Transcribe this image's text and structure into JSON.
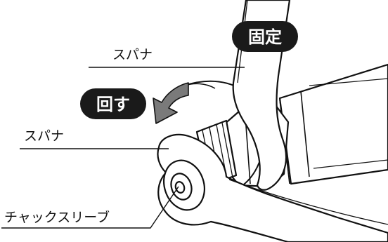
{
  "labels": {
    "fix_badge": "固定",
    "turn_badge": "回す",
    "upper_spanner": "スパナ",
    "lower_spanner": "スパナ",
    "chuck_sleeve": "チャックスリーブ"
  },
  "colors": {
    "line": "#111111",
    "badge_fill": "#1a1a1a",
    "arrow_fill": "#7a7a7a",
    "body_fill": "#ffffff"
  }
}
